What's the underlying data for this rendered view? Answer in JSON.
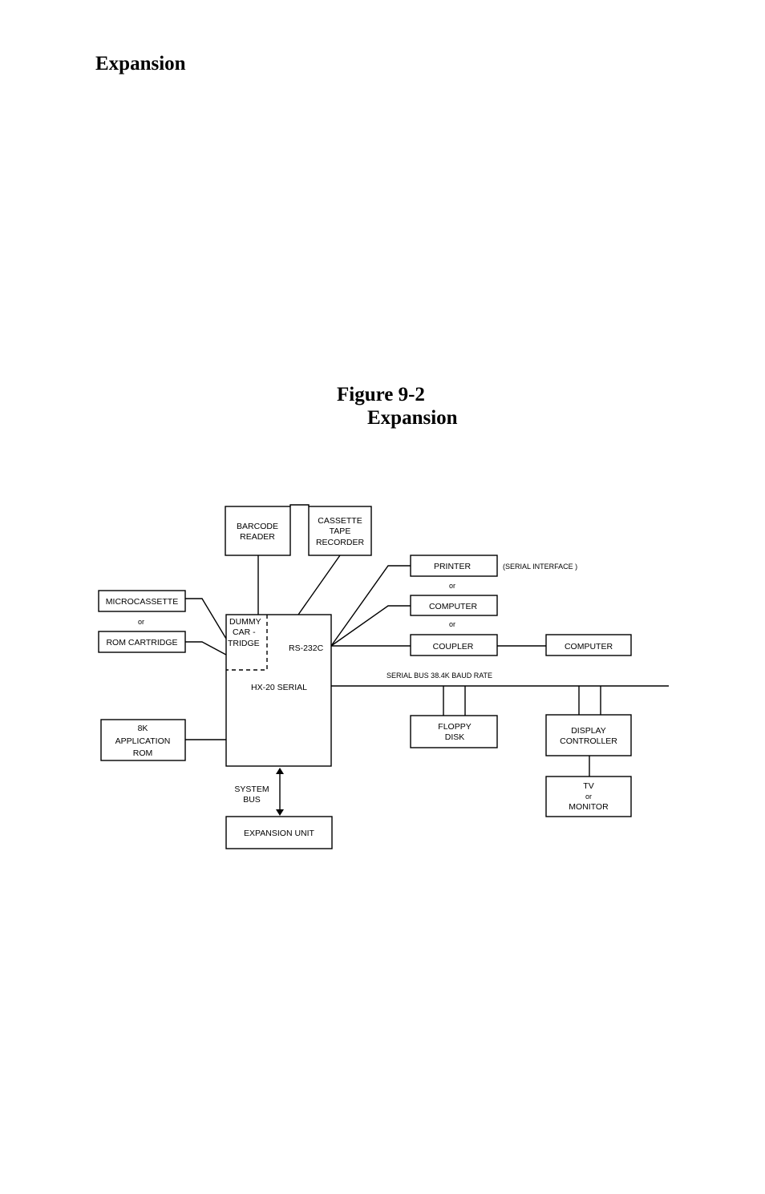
{
  "page": {
    "heading": "Expansion"
  },
  "figure": {
    "number": "Figure 9-2",
    "caption": "Expansion"
  },
  "diagram": {
    "barcode_reader": [
      "BARCODE",
      "READER"
    ],
    "cassette_recorder": [
      "CASSETTE",
      "TAPE",
      "RECORDER"
    ],
    "printer": "PRINTER",
    "printer_note": "(SERIAL  INTERFACE )",
    "or_1": "or",
    "computer_1": "COMPUTER",
    "or_2": "or",
    "coupler": "COUPLER",
    "computer_2": "COMPUTER",
    "microcassette": "MICROCASSETTE",
    "or_left": "or",
    "rom_cartridge": "ROM CARTRIDGE",
    "dummy_cartridge": [
      "DUMMY",
      "CAR -",
      "TRIDGE"
    ],
    "rs232c": "RS-232C",
    "hx20": "HX-20 SERIAL",
    "serial_bus": "SERIAL BUS 38.4K BAUD RATE",
    "floppy": [
      "FLOPPY",
      "DISK"
    ],
    "display_controller": [
      "DISPLAY",
      "CONTROLLER"
    ],
    "tv_monitor": [
      "TV",
      "or",
      "MONITOR"
    ],
    "app_rom": [
      "8K",
      "APPLICATION",
      "ROM"
    ],
    "system_bus": [
      "SYSTEM",
      "BUS"
    ],
    "expansion_unit": "EXPANSION UNIT"
  }
}
